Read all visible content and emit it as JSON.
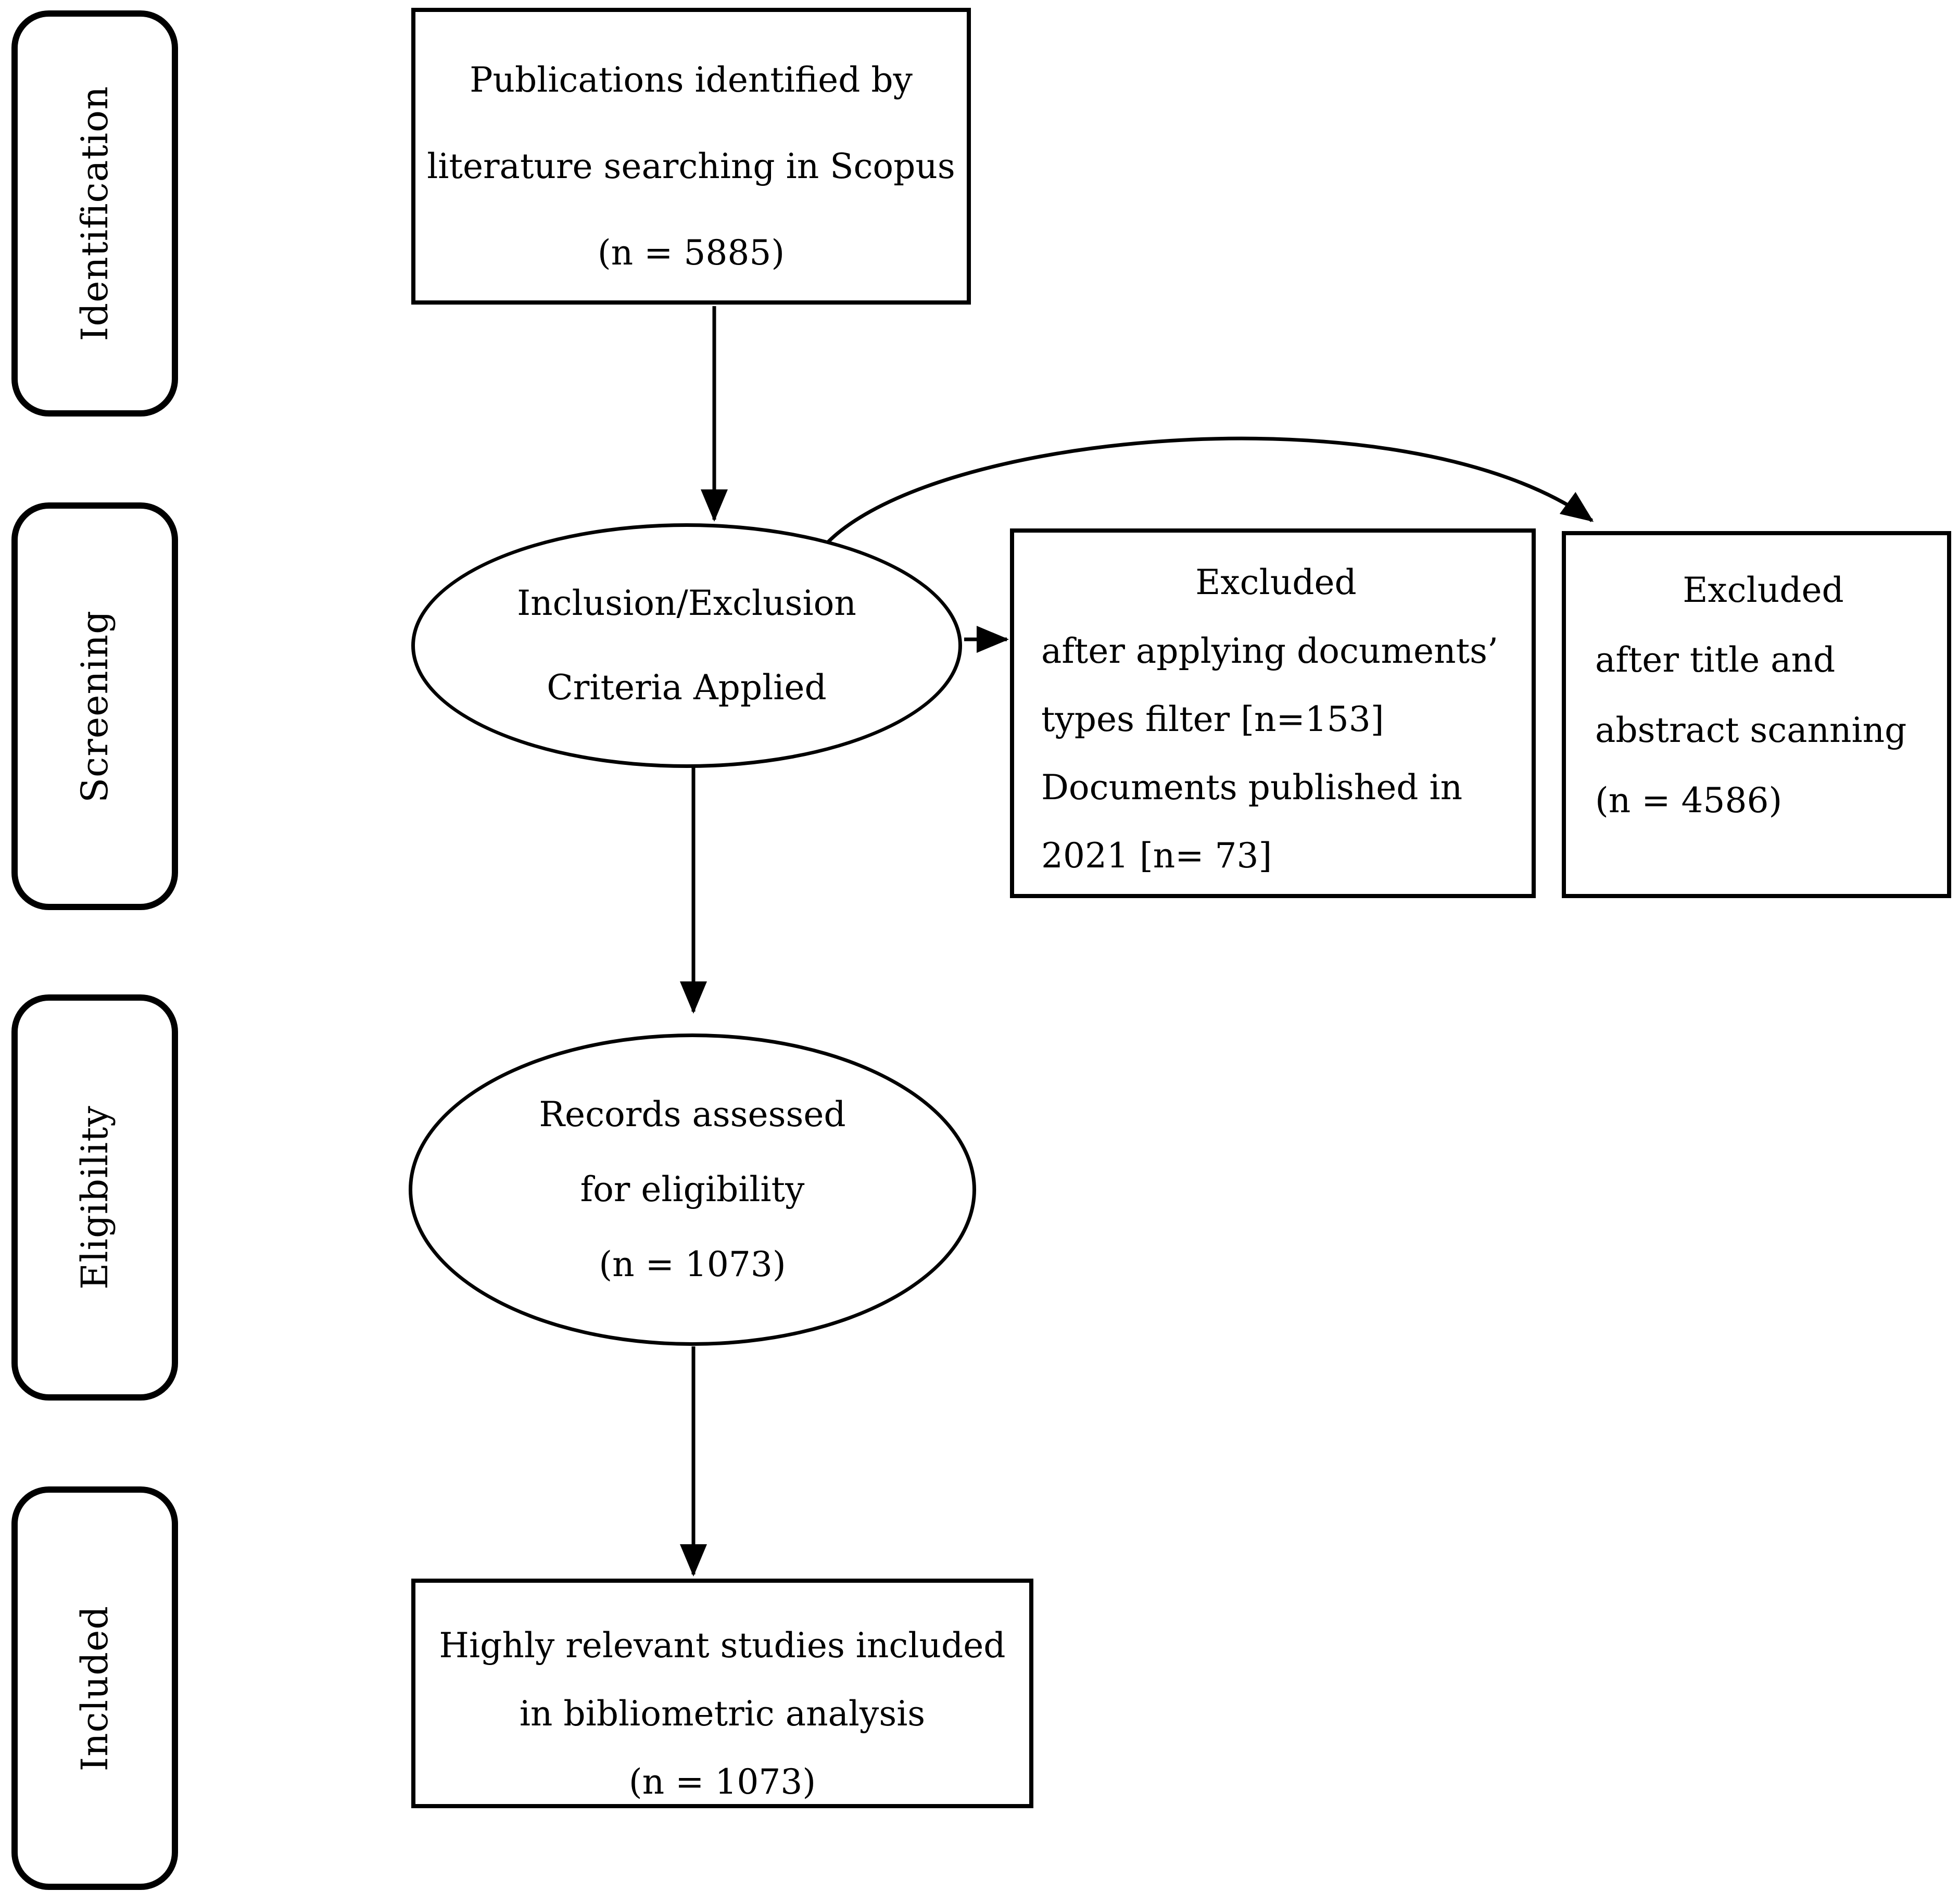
{
  "diagram": {
    "colors": {
      "stroke": "#000000",
      "background": "#ffffff",
      "text": "#000000"
    },
    "stages": [
      {
        "label": "Identification"
      },
      {
        "label": "Screening"
      },
      {
        "label": "Eligibility"
      },
      {
        "label": "Included"
      }
    ],
    "nodes": {
      "identified": {
        "shape": "rectangle",
        "lines": [
          "Publications identified by",
          "literature searching in Scopus",
          "(n = 5885)"
        ]
      },
      "criteria": {
        "shape": "ellipse",
        "lines": [
          "Inclusion/Exclusion",
          "Criteria Applied"
        ]
      },
      "excluded_types_filter": {
        "shape": "rectangle",
        "heading": "Excluded",
        "lines": [
          "after applying documents’",
          "types filter [n=153]",
          "Documents published in",
          "2021 [n= 73]"
        ]
      },
      "excluded_title_abstract": {
        "shape": "rectangle",
        "heading": "Excluded",
        "lines": [
          "after title and",
          "abstract scanning",
          "(n = 4586)"
        ]
      },
      "assessed": {
        "shape": "ellipse",
        "lines": [
          "Records assessed",
          "for eligibility",
          "(n = 1073)"
        ]
      },
      "included": {
        "shape": "rectangle",
        "lines": [
          "Highly relevant studies included",
          "in bibliometric analysis",
          "(n = 1073)"
        ]
      }
    }
  }
}
